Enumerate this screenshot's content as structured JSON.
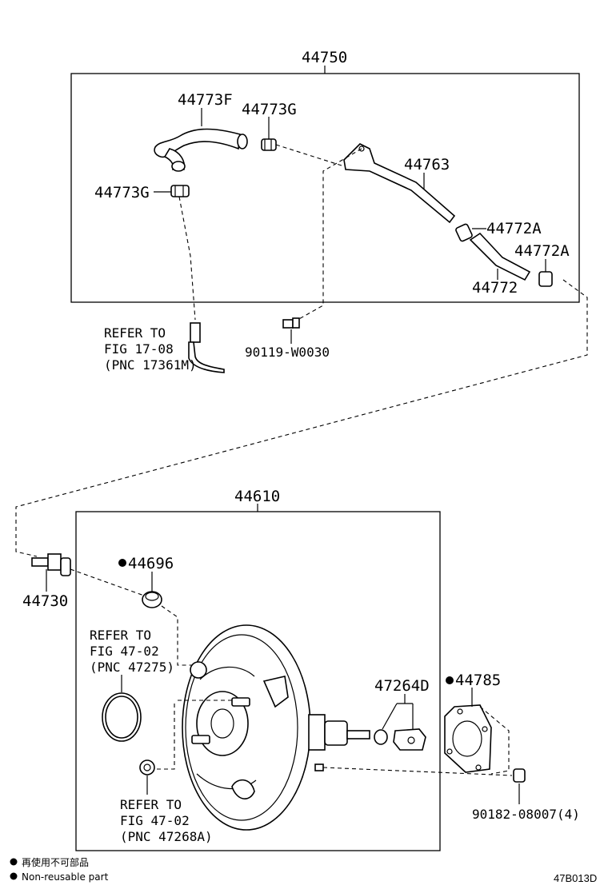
{
  "assembly_upper": {
    "number": "44750"
  },
  "assembly_lower": {
    "number": "44610"
  },
  "parts": {
    "p44773F": "44773F",
    "p44773G_top": "44773G",
    "p44773G_left": "44773G",
    "p44763": "44763",
    "p44772A_a": "44772A",
    "p44772A_b": "44772A",
    "p44772": "44772",
    "p90119": "90119-W0030",
    "p44730": "44730",
    "p44696": "44696",
    "p47264D": "47264D",
    "p44785": "44785",
    "p90182": "90182-08007(4)"
  },
  "refs": {
    "fig1708": {
      "line1": "REFER TO",
      "line2": "FIG 17-08",
      "line3": "(PNC 17361M)"
    },
    "fig4702a": {
      "line1": "REFER TO",
      "line2": "FIG 47-02",
      "line3": "(PNC 47275)"
    },
    "fig4702b": {
      "line1": "REFER TO",
      "line2": "FIG 47-02",
      "line3": "(PNC 47268A)"
    }
  },
  "legend": {
    "japanese": "再使用不可部品",
    "english": "Non-reusable part"
  },
  "figure_code": "47B013D",
  "non_reusable_marker": "●"
}
